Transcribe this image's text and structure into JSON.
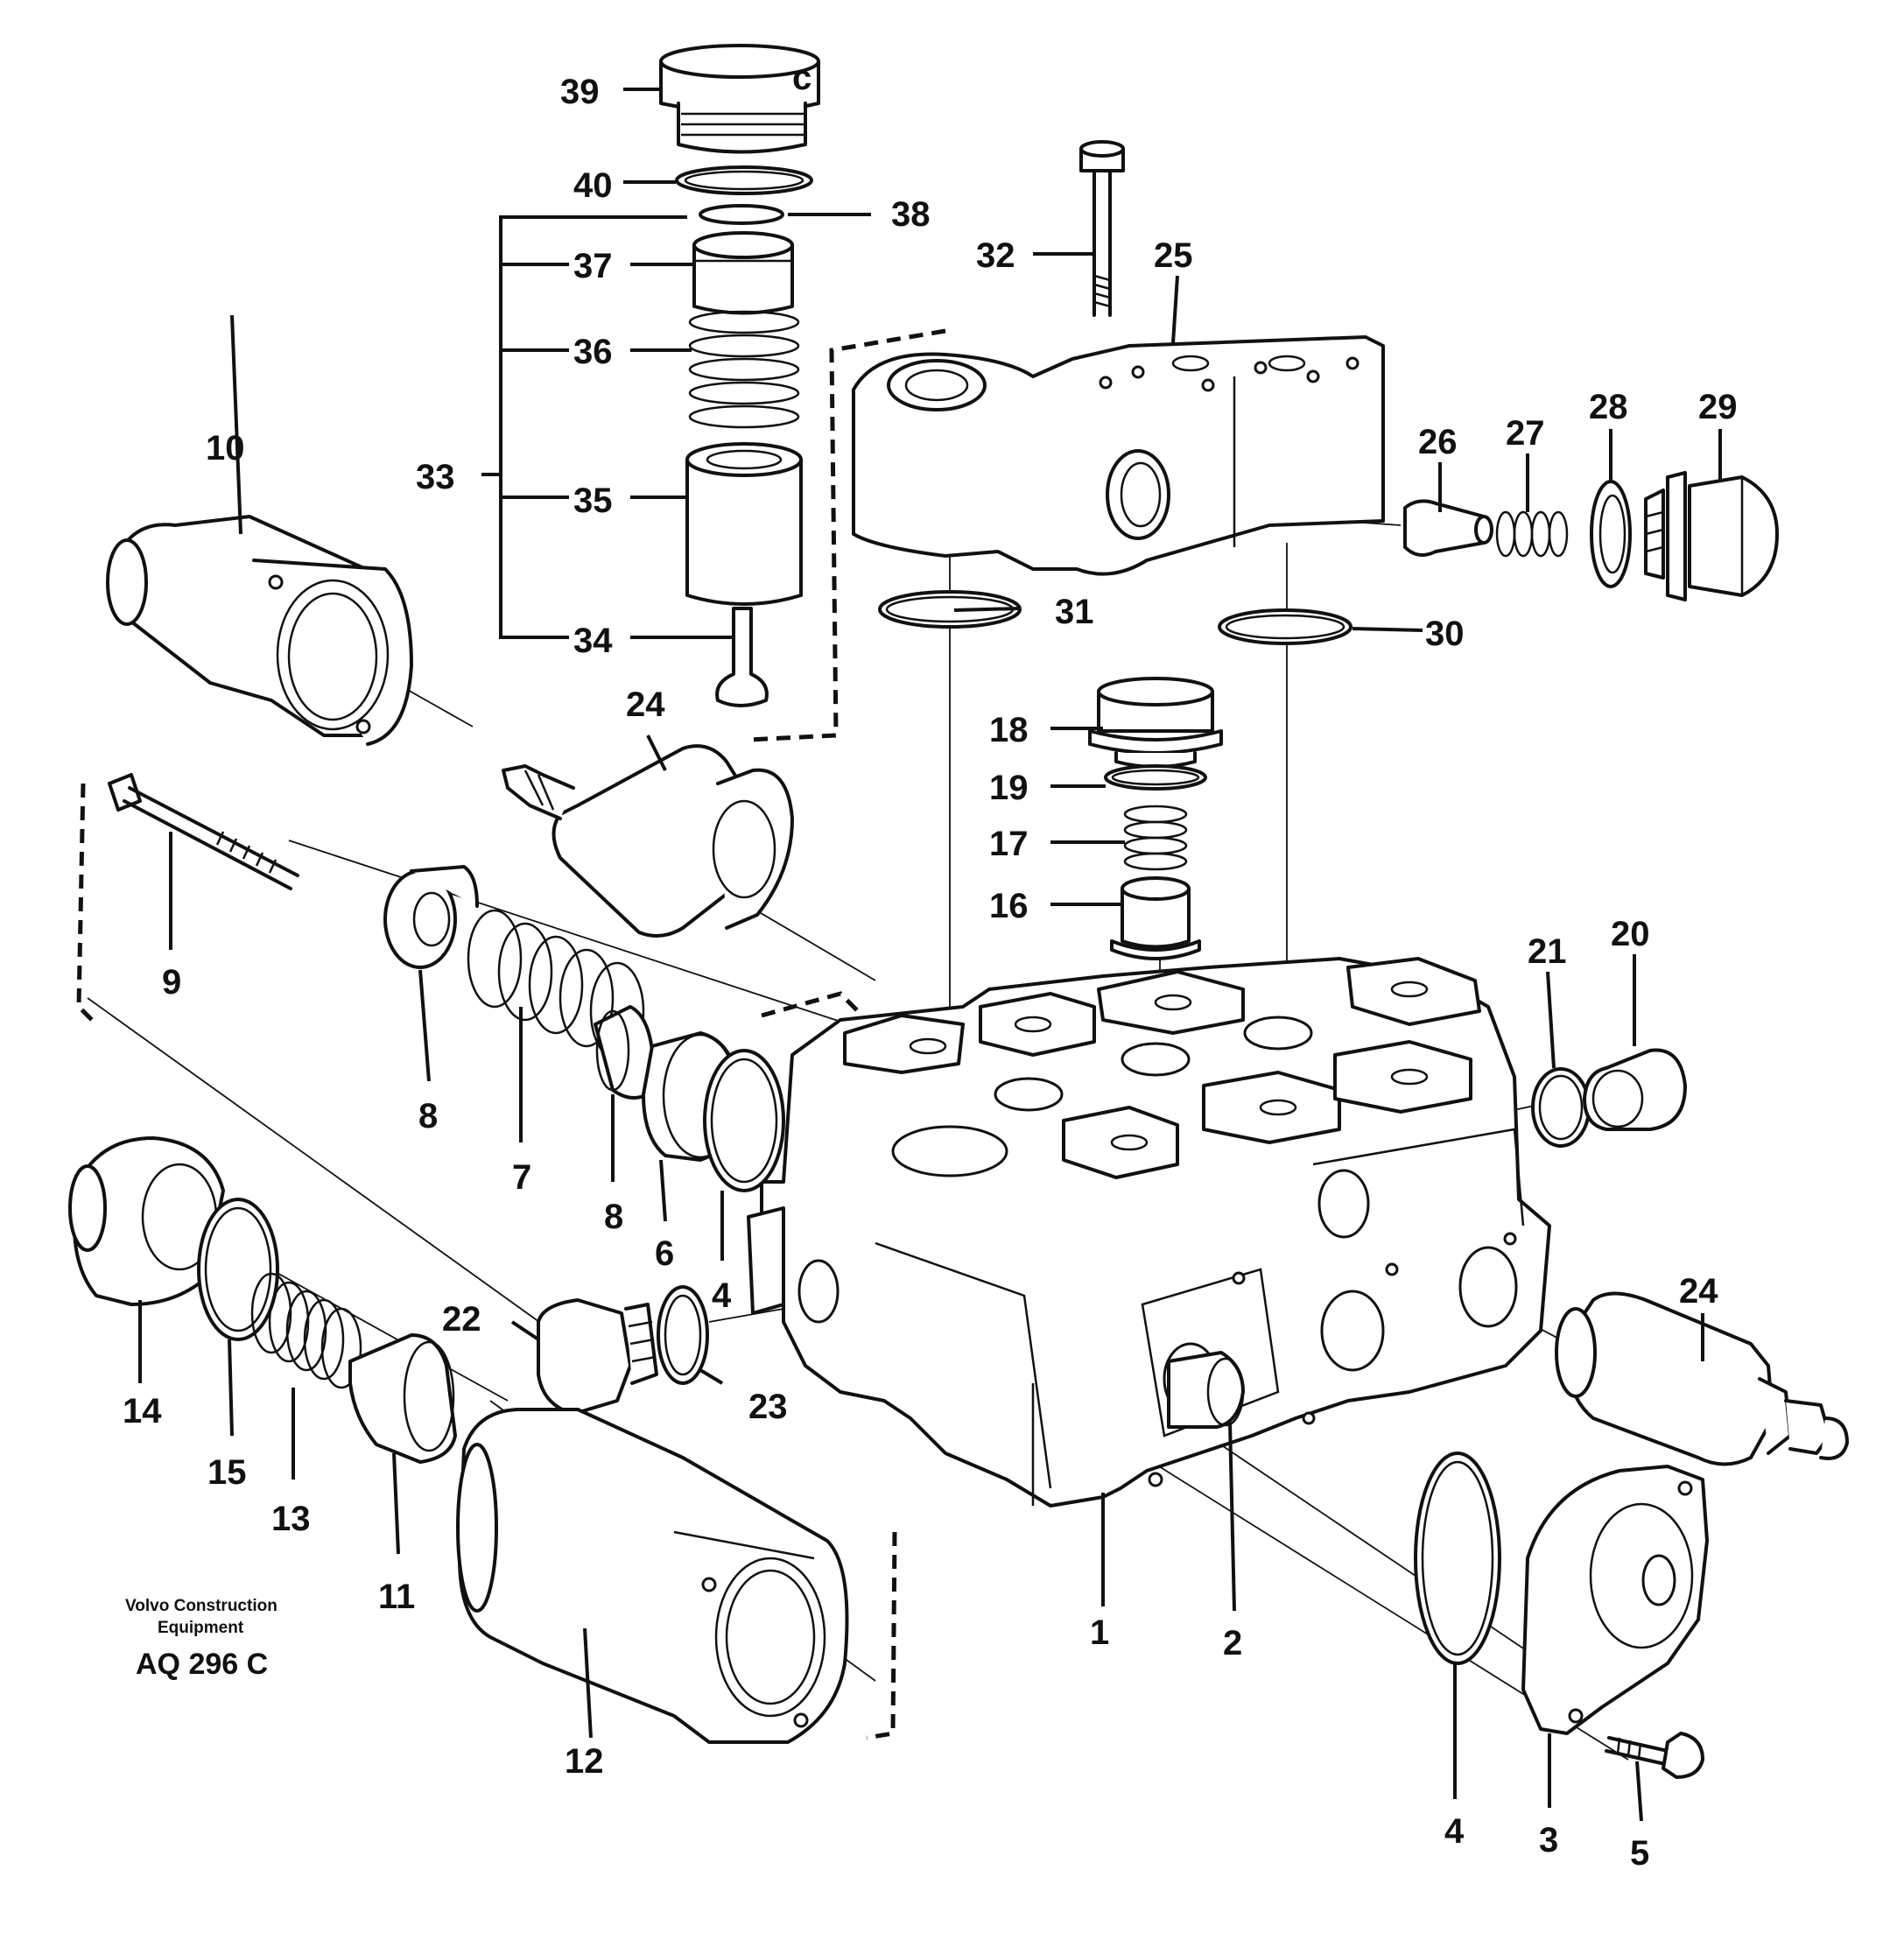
{
  "figure": {
    "caption": {
      "line1": "Volvo Construction",
      "line2": "Equipment",
      "code": "AQ 296 C"
    }
  },
  "labels": {
    "l1": "1",
    "l2": "2",
    "l3": "3",
    "l4a": "4",
    "l4b": "4",
    "l5": "5",
    "l6": "6",
    "l7": "7",
    "l8a": "8",
    "l8b": "8",
    "l9": "9",
    "l10": "10",
    "l11": "11",
    "l12": "12",
    "l13": "13",
    "l14": "14",
    "l15": "15",
    "l16": "16",
    "l17": "17",
    "l18": "18",
    "l19": "19",
    "l20": "20",
    "l21": "21",
    "l22": "22",
    "l23": "23",
    "l24a": "24",
    "l24b": "24",
    "l25": "25",
    "l26": "26",
    "l27": "27",
    "l28": "28",
    "l29": "29",
    "l30": "30",
    "l31": "31",
    "l32": "32",
    "l33": "33",
    "l34": "34",
    "l35": "35",
    "l36": "36",
    "l37": "37",
    "l38": "38",
    "l39": "39",
    "l40": "40"
  }
}
